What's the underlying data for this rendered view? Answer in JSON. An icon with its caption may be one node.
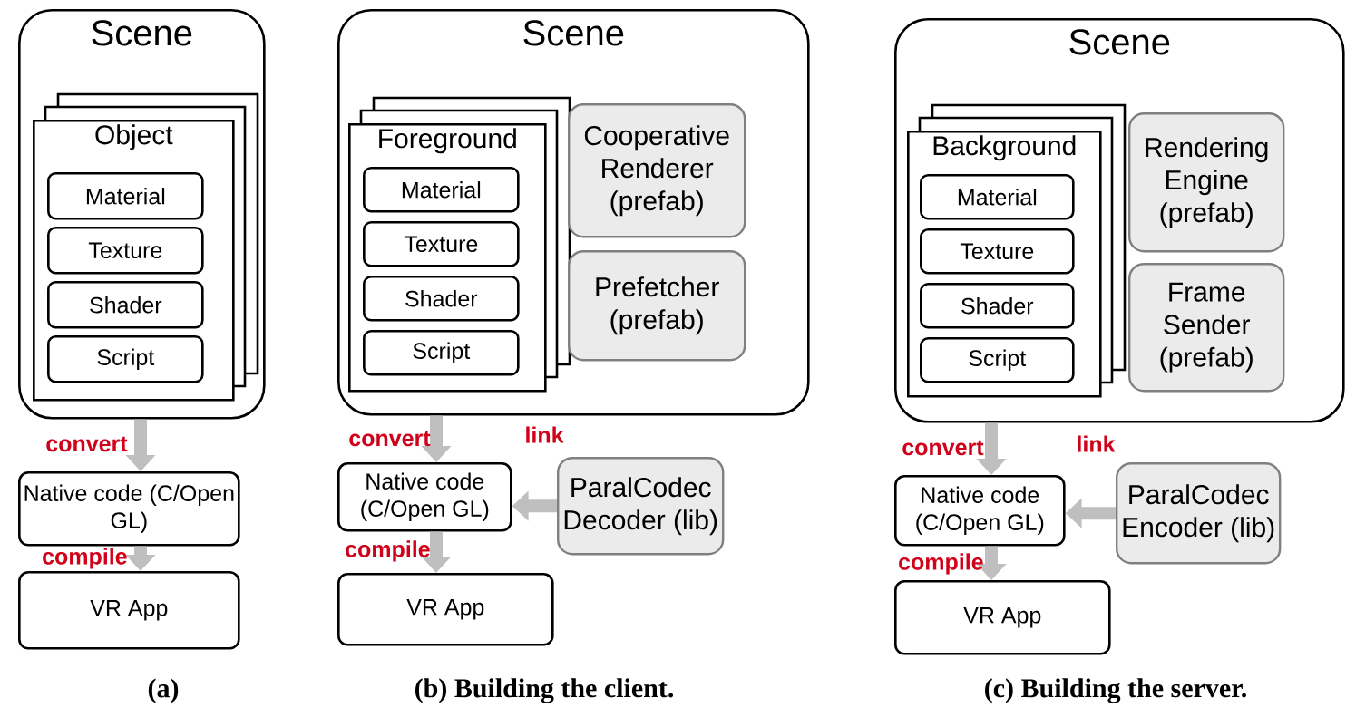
{
  "diagram": {
    "nodes": [
      {
        "text": [
          "Scene"
        ]
      },
      {
        "text": [
          "Object"
        ],
        "in": 0
      },
      {
        "text": [
          "Material"
        ],
        "in": 1
      },
      {
        "text": [
          "Texture"
        ],
        "in": 1
      },
      {
        "text": [
          "Shader"
        ],
        "in": 1
      },
      {
        "text": [
          "Script"
        ],
        "in": 1
      },
      {
        "text": [
          "Native code (C/Open GL)"
        ]
      },
      {
        "text": [
          "VR App"
        ]
      },
      {
        "text": [
          "Scene"
        ]
      },
      {
        "text": [
          "Foreground"
        ],
        "in": 8
      },
      {
        "text": [
          "Material"
        ],
        "in": 9
      },
      {
        "text": [
          "Texture"
        ],
        "in": 9
      },
      {
        "text": [
          "Shader"
        ],
        "in": 9
      },
      {
        "text": [
          "Script"
        ],
        "in": 9
      },
      {
        "text": [
          "Cooperative Renderer (prefab)"
        ],
        "in": 8
      },
      {
        "text": [
          "Prefetcher (prefab)"
        ],
        "in": 8
      },
      {
        "text": [
          "Native code (C/Open GL)"
        ]
      },
      {
        "text": [
          "ParalCodec Decoder (lib)"
        ]
      },
      {
        "text": [
          "VR App"
        ]
      },
      {
        "text": [
          "Scene"
        ]
      },
      {
        "text": [
          "Background"
        ],
        "in": 19
      },
      {
        "text": [
          "Material"
        ],
        "in": 20
      },
      {
        "text": [
          "Texture"
        ],
        "in": 20
      },
      {
        "text": [
          "Shader"
        ],
        "in": 20
      },
      {
        "text": [
          "Script"
        ],
        "in": 20
      },
      {
        "text": [
          "Rendering Engine (prefab)"
        ],
        "in": 19
      },
      {
        "text": [
          "Frame Sender (prefab)"
        ],
        "in": 19
      },
      {
        "text": [
          "Native code (C/Open GL)"
        ]
      },
      {
        "text": [
          "ParalCodec Encoder (lib)"
        ]
      },
      {
        "text": [
          "VR App"
        ]
      }
    ],
    "edges": [
      {
        "from": 0,
        "to": 6,
        "arrow": "to",
        "label": "convert"
      },
      {
        "from": 6,
        "to": 7,
        "arrow": "to",
        "label": "compile"
      },
      {
        "from": 8,
        "to": 16,
        "arrow": "to",
        "label": "convert"
      },
      {
        "from": 17,
        "to": 16,
        "arrow": "to",
        "label": "link"
      },
      {
        "from": 16,
        "to": 18,
        "arrow": "to",
        "label": "compile"
      },
      {
        "from": 19,
        "to": 27,
        "arrow": "to",
        "label": "convert"
      },
      {
        "from": 28,
        "to": 27,
        "arrow": "to",
        "label": "link"
      },
      {
        "from": 27,
        "to": 29,
        "arrow": "to",
        "label": "compile"
      }
    ],
    "labels": [
      "(a)",
      "(b) Building the client.",
      "(c) Building the server."
    ]
  }
}
